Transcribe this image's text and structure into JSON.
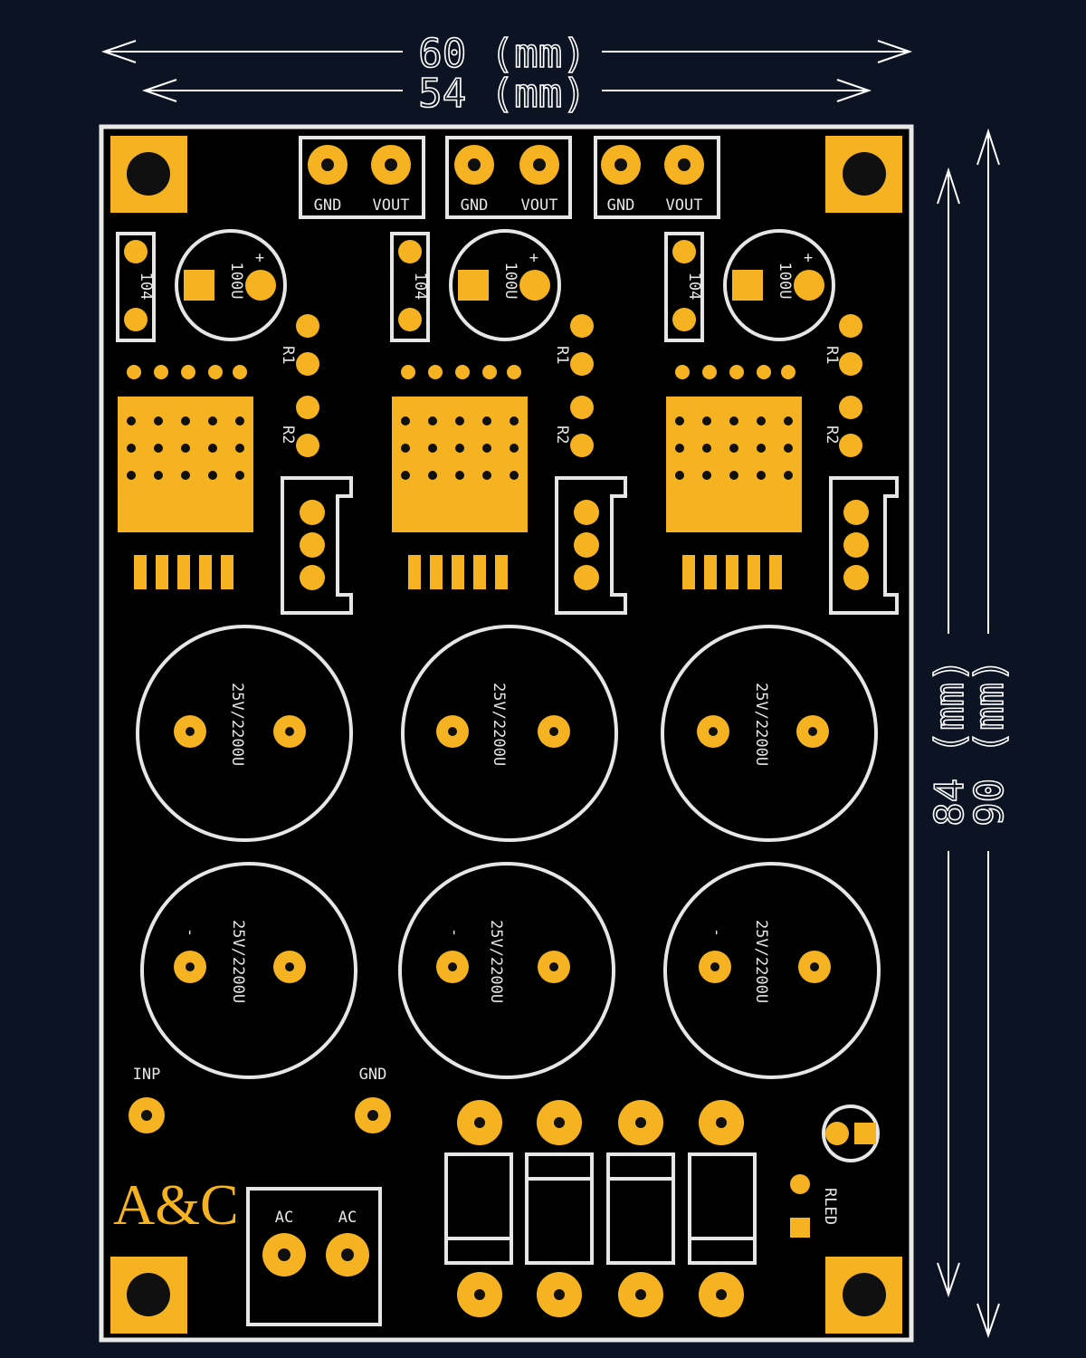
{
  "dimensions": {
    "top_outer": "60 (mm)",
    "top_inner": "54 (mm)",
    "side_inner": "84 (mm)",
    "side_outer": "90 (mm)"
  },
  "connectors": [
    {
      "pin1": "GND",
      "pin2": "VOUT"
    },
    {
      "pin1": "GND",
      "pin2": "VOUT"
    },
    {
      "pin1": "GND",
      "pin2": "VOUT"
    }
  ],
  "small_cap_label": "104",
  "elec_cap_label": "100U",
  "plus_sign": "+",
  "minus_sign": "-",
  "pot_labels": [
    "R1",
    "R2"
  ],
  "big_cap_label": "25V/2200U",
  "input_labels": {
    "left": "INP",
    "right": "GND"
  },
  "logo": "A&C",
  "ac_labels": [
    "AC",
    "AC"
  ],
  "led_label": "RLED",
  "colors": {
    "board": "#000000",
    "pad": "#f5b321",
    "silkscreen": "#e6e6e6",
    "background": "#0c1424"
  }
}
